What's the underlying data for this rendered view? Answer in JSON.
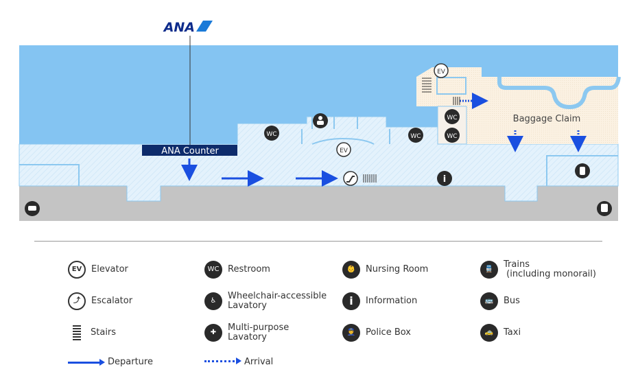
{
  "header": {
    "logo": "ANA"
  },
  "map": {
    "counter_label": "ANA Counter",
    "baggage_label": "Baggage Claim",
    "icon_text": {
      "ev": "EV",
      "wc": "WC",
      "info": "i"
    },
    "colors": {
      "apron": "#84c4f2",
      "floor": "#e4f2fc",
      "arrival_area": "#fbf1e2",
      "road": "#c4c4c4",
      "counter": "#0d2b6b",
      "arrow": "#1a4fe0"
    }
  },
  "legend": [
    {
      "icon": "elevator-icon",
      "glyph": "EV",
      "label": "Elevator"
    },
    {
      "icon": "restroom-icon",
      "glyph": "WC",
      "label": "Restroom"
    },
    {
      "icon": "nursing-room-icon",
      "glyph": "👶",
      "label": "Nursing Room"
    },
    {
      "icon": "train-icon",
      "glyph": "🚆",
      "label": "Trains\n (including monorail)"
    },
    {
      "icon": "escalator-icon",
      "glyph": "⤴",
      "label": "Escalator"
    },
    {
      "icon": "wheelchair-icon",
      "glyph": "♿",
      "label": "Wheelchair-accessible\nLavatory"
    },
    {
      "icon": "information-icon",
      "glyph": "i",
      "label": "Information"
    },
    {
      "icon": "bus-icon",
      "glyph": "🚌",
      "label": "Bus"
    },
    {
      "icon": "stairs-icon",
      "glyph": "≡",
      "label": "Stairs"
    },
    {
      "icon": "multipurpose-lavatory-icon",
      "glyph": "✚",
      "label": "Multi-purpose\nLavatory"
    },
    {
      "icon": "police-box-icon",
      "glyph": "👮",
      "label": "Police Box"
    },
    {
      "icon": "taxi-icon",
      "glyph": "🚕",
      "label": "Taxi"
    },
    {
      "icon": "departure-arrow-icon",
      "glyph": "",
      "label": "Departure"
    },
    {
      "icon": "arrival-arrow-icon",
      "glyph": "",
      "label": "Arrival"
    }
  ]
}
